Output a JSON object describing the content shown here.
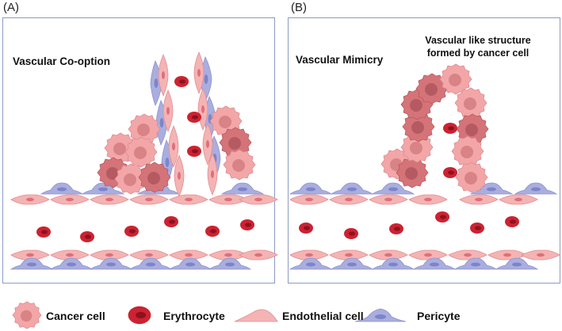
{
  "panels": [
    {
      "letter": "(A)",
      "title": "Vascular Co-option"
    },
    {
      "letter": "(B)",
      "title": "Vascular Mimicry",
      "subtitle_line1": "Vascular like structure",
      "subtitle_line2": "formed by cancer cell"
    }
  ],
  "legend": [
    {
      "label": "Cancer cell",
      "icon": "cancer-cell-icon"
    },
    {
      "label": "Erythrocyte",
      "icon": "erythrocyte-icon"
    },
    {
      "label": "Endothelial cell",
      "icon": "endothelial-cell-icon"
    },
    {
      "label": "Pericyte",
      "icon": "pericyte-icon"
    }
  ],
  "colors": {
    "frame": "#8c9ac7",
    "cancer_fill": "#f3a6a8",
    "cancer_dark": "#d77b7f",
    "cancer_nucleus": "#c86f75",
    "erythrocyte": "#cc2231",
    "erythrocyte_center": "#8e1120",
    "endothelial": "#f4b4b3",
    "endothelial_nucleus": "#de6f7b",
    "pericyte": "#a9aedf",
    "pericyte_nucleus": "#7d84c8"
  }
}
